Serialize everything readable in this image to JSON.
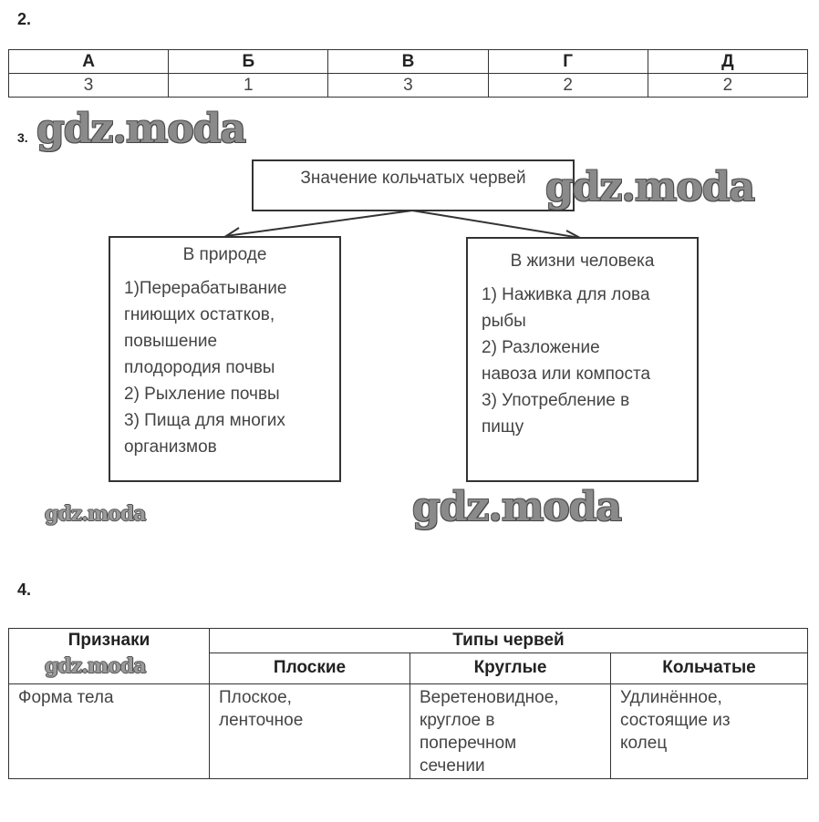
{
  "task2": {
    "number": "2.",
    "headers": [
      "А",
      "Б",
      "В",
      "Г",
      "Д"
    ],
    "values": [
      "3",
      "1",
      "3",
      "2",
      "2"
    ]
  },
  "task3": {
    "number": "3.",
    "root": "Значение кольчатых червей",
    "left": {
      "title": "В природе",
      "body": "1)Перерабатывание\nгниющих остатков,\nповышение\nплодородия почвы\n2) Рыхление почвы\n3) Пища для многих\nорганизмов"
    },
    "right": {
      "title": "В жизни человека",
      "body": "1) Наживка для лова\nрыбы\n2) Разложение\nнавоза или компоста\n3) Употребление в\nпищу"
    }
  },
  "task4": {
    "number": "4.",
    "col_signs": "Признаки",
    "group_header": "Типы червей",
    "types": [
      "Плоские",
      "Круглые",
      "Кольчатые"
    ],
    "rows": [
      {
        "sign": "Форма тела",
        "values": [
          "Плоское,\nленточное",
          "Веретеновидное,\nкруглое в\nпоперечном\nсечении",
          "Удлинённое,\nсостоящие из\nколец"
        ]
      }
    ]
  },
  "watermark": "gdz.moda"
}
